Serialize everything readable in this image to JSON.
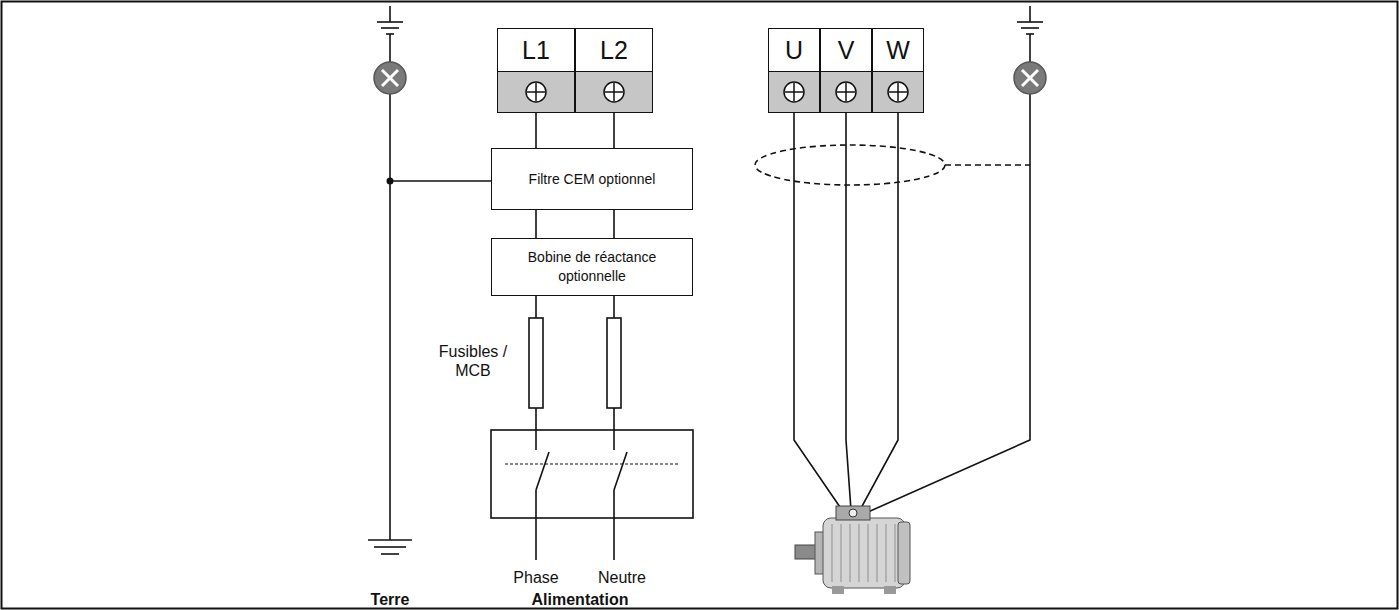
{
  "diagram": {
    "nodes": [
      {
        "text": [
          "L1"
        ]
      },
      {
        "text": [
          "L2"
        ]
      },
      {
        "text": [
          "U"
        ]
      },
      {
        "text": [
          "V"
        ]
      },
      {
        "text": [
          "W"
        ]
      },
      {
        "text": [
          "Filtre CEM optionnel"
        ]
      },
      {
        "text": [
          "Bobine de réactance optionnelle"
        ]
      }
    ],
    "edges": [
      {
        "from": 0,
        "to": 5,
        "arrow": "none"
      },
      {
        "from": 1,
        "to": 5,
        "arrow": "none"
      },
      {
        "from": 5,
        "to": 6,
        "arrow": "none"
      },
      {
        "from": 5,
        "to": 6,
        "arrow": "none"
      }
    ],
    "labels": [
      "Fusibles / MCB",
      "Phase",
      "Neutre",
      "Terre",
      "Alimentation"
    ]
  }
}
